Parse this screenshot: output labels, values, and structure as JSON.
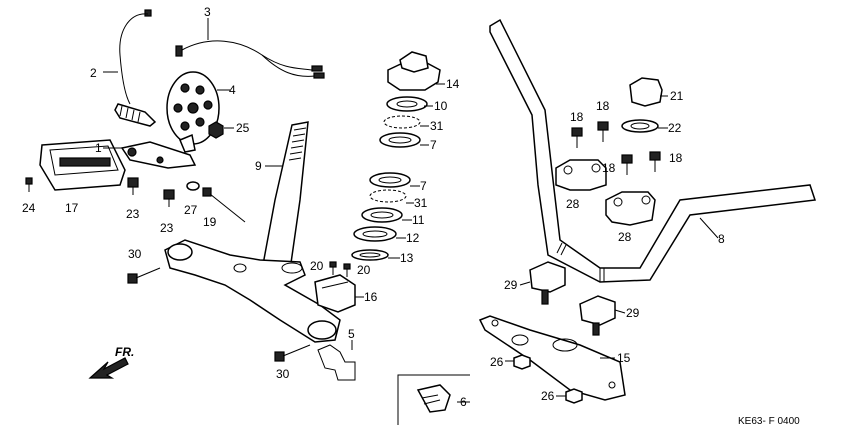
{
  "diagram": {
    "code": "KE63- F 0400",
    "direction_label": "FR.",
    "callouts": [
      {
        "id": "c1",
        "text": "1"
      },
      {
        "id": "c2",
        "text": "2"
      },
      {
        "id": "c3",
        "text": "3"
      },
      {
        "id": "c4",
        "text": "4"
      },
      {
        "id": "c5",
        "text": "5"
      },
      {
        "id": "c6",
        "text": "6"
      },
      {
        "id": "c7a",
        "text": "7"
      },
      {
        "id": "c7b",
        "text": "7"
      },
      {
        "id": "c8",
        "text": "8"
      },
      {
        "id": "c9",
        "text": "9"
      },
      {
        "id": "c10",
        "text": "10"
      },
      {
        "id": "c11",
        "text": "11"
      },
      {
        "id": "c12",
        "text": "12"
      },
      {
        "id": "c13",
        "text": "13"
      },
      {
        "id": "c14",
        "text": "14"
      },
      {
        "id": "c15",
        "text": "15"
      },
      {
        "id": "c16",
        "text": "16"
      },
      {
        "id": "c17",
        "text": "17"
      },
      {
        "id": "c18a",
        "text": "18"
      },
      {
        "id": "c18b",
        "text": "18"
      },
      {
        "id": "c18c",
        "text": "18"
      },
      {
        "id": "c18d",
        "text": "18"
      },
      {
        "id": "c19",
        "text": "19"
      },
      {
        "id": "c20a",
        "text": "20"
      },
      {
        "id": "c20b",
        "text": "20"
      },
      {
        "id": "c21",
        "text": "21"
      },
      {
        "id": "c22",
        "text": "22"
      },
      {
        "id": "c23a",
        "text": "23"
      },
      {
        "id": "c23b",
        "text": "23"
      },
      {
        "id": "c24",
        "text": "24"
      },
      {
        "id": "c25",
        "text": "25"
      },
      {
        "id": "c26a",
        "text": "26"
      },
      {
        "id": "c26b",
        "text": "26"
      },
      {
        "id": "c27",
        "text": "27"
      },
      {
        "id": "c28a",
        "text": "28"
      },
      {
        "id": "c28b",
        "text": "28"
      },
      {
        "id": "c29a",
        "text": "29"
      },
      {
        "id": "c29b",
        "text": "29"
      },
      {
        "id": "c30a",
        "text": "30"
      },
      {
        "id": "c30b",
        "text": "30"
      },
      {
        "id": "c31a",
        "text": "31"
      },
      {
        "id": "c31b",
        "text": "31"
      }
    ]
  }
}
